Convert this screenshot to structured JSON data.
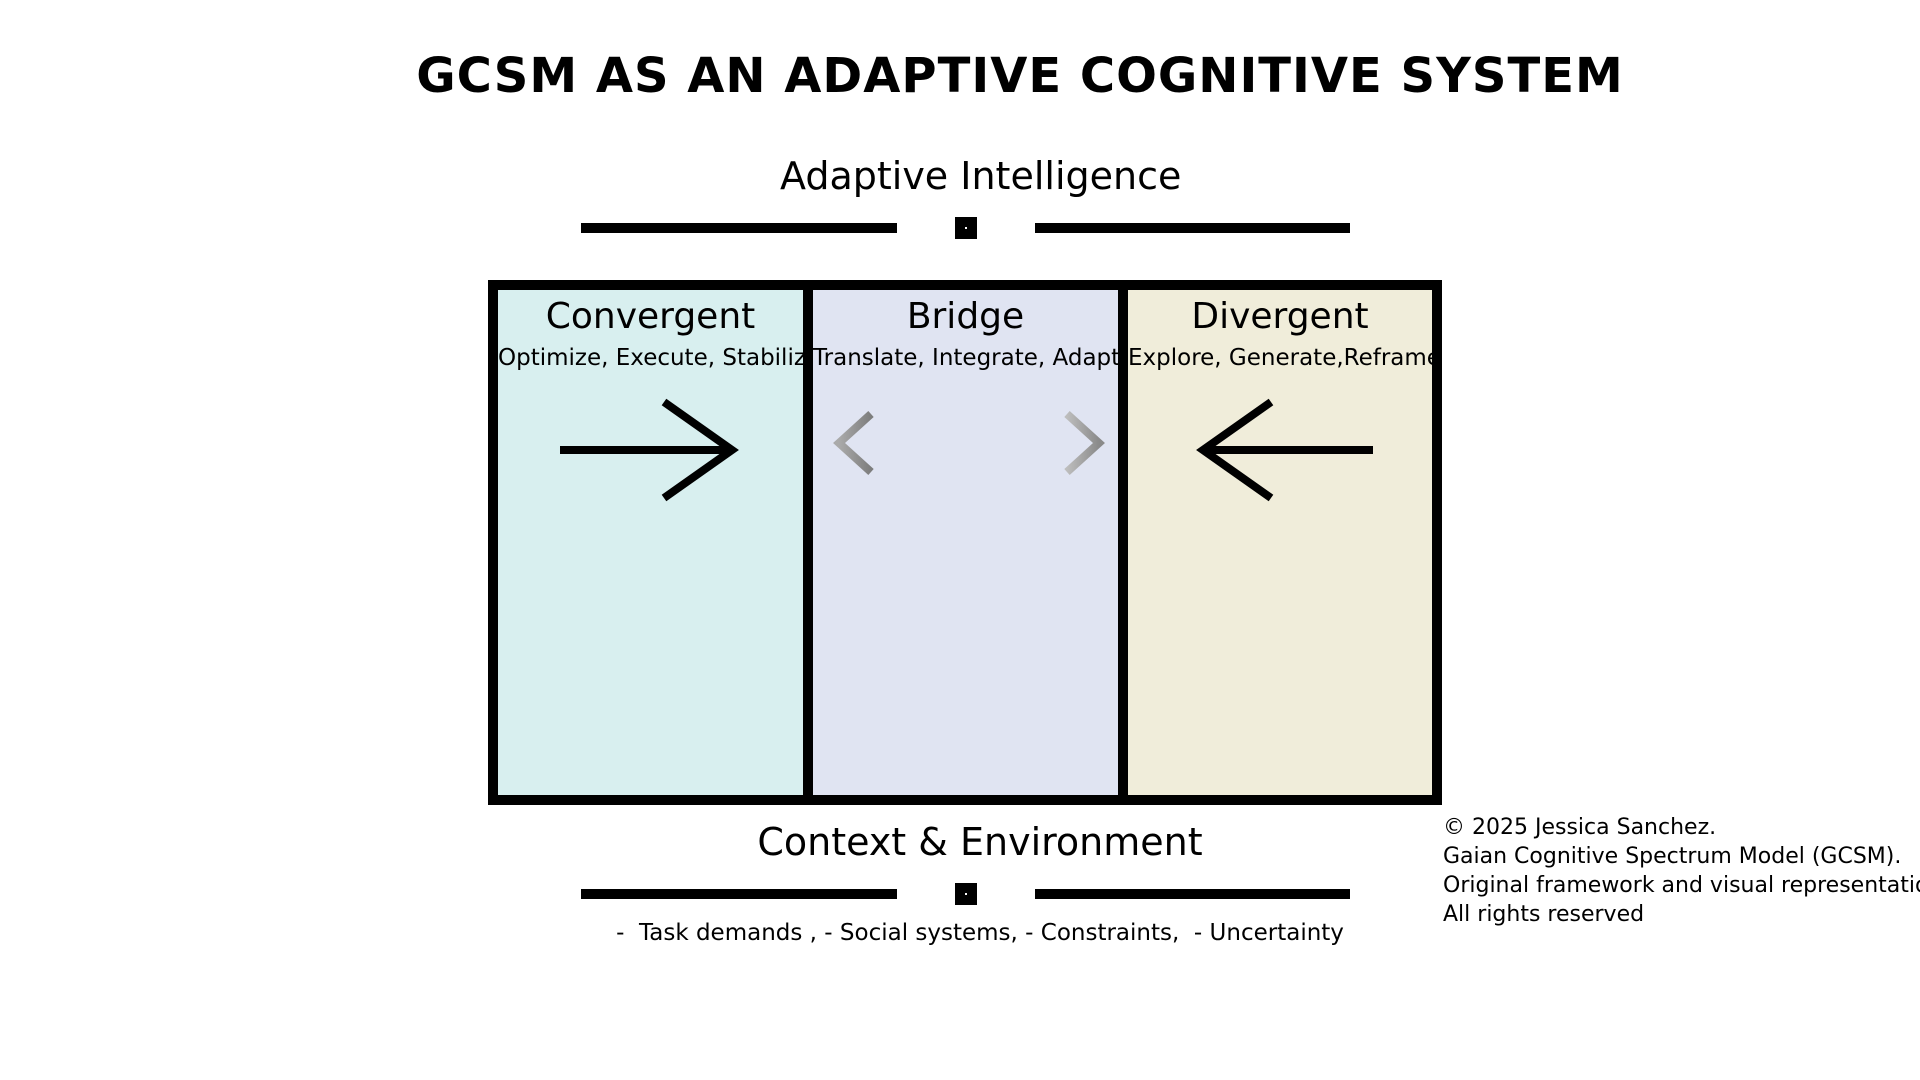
{
  "title": "GCSM AS AN ADAPTIVE COGNITIVE SYSTEM",
  "top_heading": "Adaptive Intelligence",
  "bottom_heading": "Context & Environment",
  "context_list": "-  Task demands , - Social systems, - Constraints,  - Uncertainty",
  "panels": [
    {
      "title": "Convergent",
      "subtitle": "Optimize, Execute, Stabilize",
      "color": "#d8efef",
      "arrow": "right-arrow"
    },
    {
      "title": "Bridge",
      "subtitle": "Translate, Integrate, Adapt",
      "color": "#e0e4f2",
      "arrow": "double-arrow"
    },
    {
      "title": "Divergent",
      "subtitle": "Explore, Generate,Reframe",
      "color": "#f0edda",
      "arrow": "left-arrow"
    }
  ],
  "copyright": [
    "© 2025 Jessica Sanchez.",
    "Gaian Cognitive Spectrum Model (GCSM).",
    "Original framework and visual representation.",
    "All rights reserved"
  ]
}
